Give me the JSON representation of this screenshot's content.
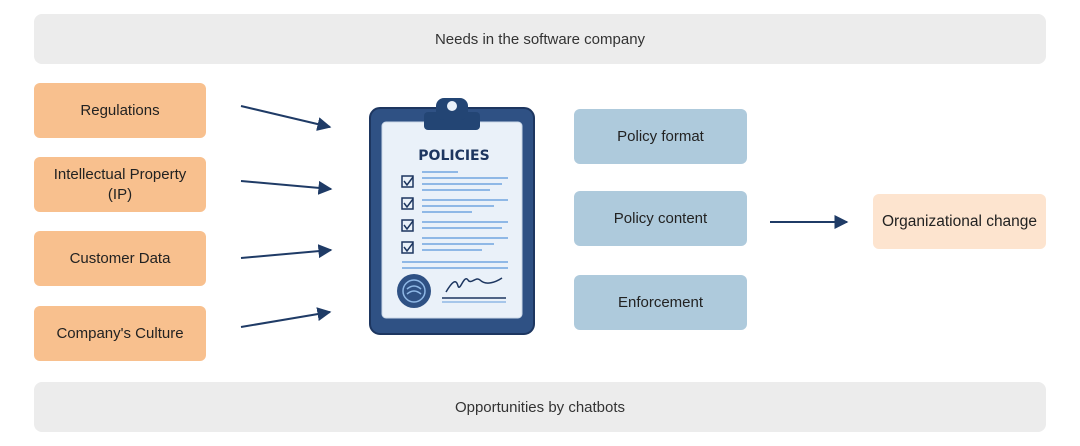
{
  "top_band": "Needs in the software company",
  "bottom_band": "Opportunities by chatbots",
  "needs": [
    "Regulations",
    "Intellectual Property (IP)",
    "Customer Data",
    "Company's Culture"
  ],
  "policy_image": {
    "title": "POLICIES",
    "checkbox_count": 4
  },
  "outputs": [
    "Policy format",
    "Policy content",
    "Enforcement"
  ],
  "result": "Organizational change",
  "colors": {
    "needs_fill": "#f8c08e",
    "outputs_fill": "#aecadc",
    "result_fill": "#fde4cf",
    "band_fill": "#ececec",
    "arrow": "#1f3b66",
    "clipboard": "#2f5184"
  }
}
